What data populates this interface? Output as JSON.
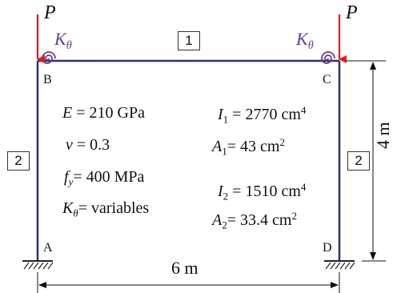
{
  "load": {
    "symbol": "P"
  },
  "spring": {
    "symbol": "K",
    "subscript": "θ"
  },
  "nodes": {
    "B": "B",
    "C": "C",
    "A": "A",
    "D": "D"
  },
  "members": {
    "beam": "1",
    "column_left": "2",
    "column_right": "2"
  },
  "dimensions": {
    "width": "6 m",
    "height": "4 m"
  },
  "material": {
    "E_symbol": "E",
    "E_value": " = 210 GPa",
    "nu_symbol": "ν",
    "nu_value": " = 0.3",
    "fy_symbol": "f",
    "fy_sub": "y",
    "fy_value": "= 400 MPa",
    "K_symbol": "K",
    "K_sub": "θ",
    "K_value": "= variables"
  },
  "sections": {
    "I1_symbol": "I",
    "I1_sub": "1",
    "I1_value": " = 2770 cm",
    "I1_exp": "4",
    "A1_symbol": "A",
    "A1_sub": "1",
    "A1_value": "= 43 cm",
    "A1_exp": "2",
    "I2_symbol": "I",
    "I2_sub": "2",
    "I2_value": " = 1510 cm",
    "I2_exp": "4",
    "A2_symbol": "A",
    "A2_sub": "2",
    "A2_value": "= 33.4 cm",
    "A2_exp": "2"
  },
  "colors": {
    "frame": "#2b2e7a",
    "load": "#e41b1b",
    "spring": "#6a3d8f",
    "dim": "#111111"
  }
}
